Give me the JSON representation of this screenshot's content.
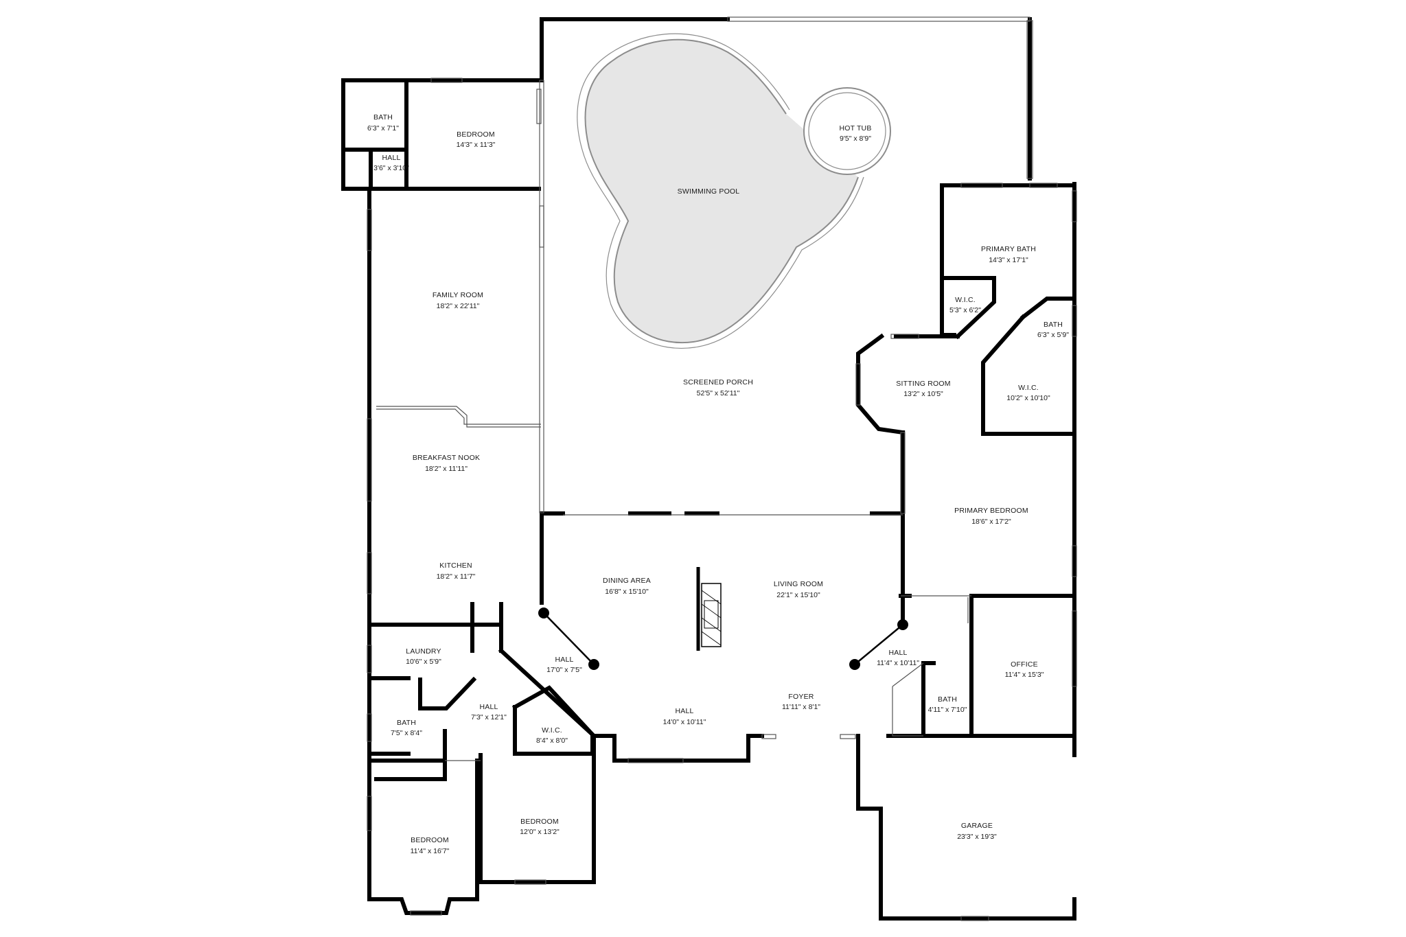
{
  "rooms": [
    {
      "id": "bath-nw",
      "name": "BATH",
      "dims": "6'3\" x 7'1\""
    },
    {
      "id": "hall-nw",
      "name": "HALL",
      "dims": "3'6\" x 3'10\""
    },
    {
      "id": "bedroom-nw",
      "name": "BEDROOM",
      "dims": "14'3\" x 11'3\""
    },
    {
      "id": "family-room",
      "name": "FAMILY ROOM",
      "dims": "18'2\" x 22'11\""
    },
    {
      "id": "breakfast-nook",
      "name": "BREAKFAST NOOK",
      "dims": "18'2\" x 11'11\""
    },
    {
      "id": "kitchen",
      "name": "KITCHEN",
      "dims": "18'2\" x 11'7\""
    },
    {
      "id": "laundry",
      "name": "LAUNDRY",
      "dims": "10'6\" x 5'9\""
    },
    {
      "id": "bath-w",
      "name": "BATH",
      "dims": "7'5\" x 8'4\""
    },
    {
      "id": "hall-w",
      "name": "HALL",
      "dims": "7'3\" x 12'1\""
    },
    {
      "id": "wic-w",
      "name": "W.I.C.",
      "dims": "8'4\" x 8'0\""
    },
    {
      "id": "bedroom-sw",
      "name": "BEDROOM",
      "dims": "11'4\" x 16'7\""
    },
    {
      "id": "bedroom-s",
      "name": "BEDROOM",
      "dims": "12'0\" x 13'2\""
    },
    {
      "id": "hall-dining",
      "name": "HALL",
      "dims": "17'0\" x 7'5\""
    },
    {
      "id": "dining-area",
      "name": "DINING AREA",
      "dims": "16'8\" x 15'10\""
    },
    {
      "id": "living-room",
      "name": "LIVING ROOM",
      "dims": "22'1\" x 15'10\""
    },
    {
      "id": "hall-center",
      "name": "HALL",
      "dims": "14'0\" x 10'11\""
    },
    {
      "id": "foyer",
      "name": "FOYER",
      "dims": "11'11\" x 8'1\""
    },
    {
      "id": "hall-e",
      "name": "HALL",
      "dims": "11'4\" x 10'11\""
    },
    {
      "id": "bath-e",
      "name": "BATH",
      "dims": "4'11\" x 7'10\""
    },
    {
      "id": "office",
      "name": "OFFICE",
      "dims": "11'4\" x 15'3\""
    },
    {
      "id": "garage",
      "name": "GARAGE",
      "dims": "23'3\" x 19'3\""
    },
    {
      "id": "screened-porch",
      "name": "SCREENED PORCH",
      "dims": "52'5\" x 52'11\""
    },
    {
      "id": "swimming-pool",
      "name": "SWIMMING POOL",
      "dims": ""
    },
    {
      "id": "hot-tub",
      "name": "HOT TUB",
      "dims": "9'5\" x 8'9\""
    },
    {
      "id": "primary-bath",
      "name": "PRIMARY BATH",
      "dims": "14'3\" x 17'1\""
    },
    {
      "id": "wic-primary-small",
      "name": "W.I.C.",
      "dims": "5'3\" x 6'2\""
    },
    {
      "id": "bath-primary",
      "name": "BATH",
      "dims": "6'3\" x 5'9\""
    },
    {
      "id": "sitting-room",
      "name": "SITTING ROOM",
      "dims": "13'2\" x 10'5\""
    },
    {
      "id": "wic-primary",
      "name": "W.I.C.",
      "dims": "10'2\" x 10'10\""
    },
    {
      "id": "primary-bedroom",
      "name": "PRIMARY BEDROOM",
      "dims": "18'6\" x 17'2\""
    }
  ],
  "colors": {
    "wall": "#000000",
    "pool_fill": "#e6e6e6",
    "pool_edge": "#8c8c8c",
    "background": "#ffffff"
  }
}
